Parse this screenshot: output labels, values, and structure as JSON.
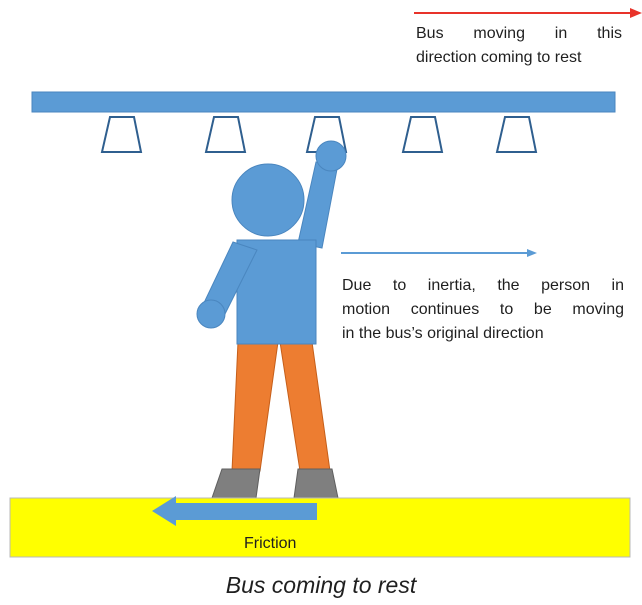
{
  "labels": {
    "bus_direction_line1": "Bus moving in this",
    "bus_direction_line2": "direction coming to rest",
    "inertia_line1": "Due to inertia, the person in",
    "inertia_line2": "motion continues to be moving",
    "inertia_line3": "in the bus’s original direction",
    "friction": "Friction",
    "caption": "Bus coming to rest"
  },
  "colors": {
    "bus_bar": "#5b9bd5",
    "handle_stroke": "#2f5f8f",
    "person_body": "#5b9bd5",
    "legs": "#ed7d31",
    "shoes": "#7f7f7f",
    "floor": "#ffff00",
    "bus_arrow": "#e8332a",
    "inertia_arrow": "#5b9bd5",
    "friction_arrow": "#5b9bd5"
  }
}
